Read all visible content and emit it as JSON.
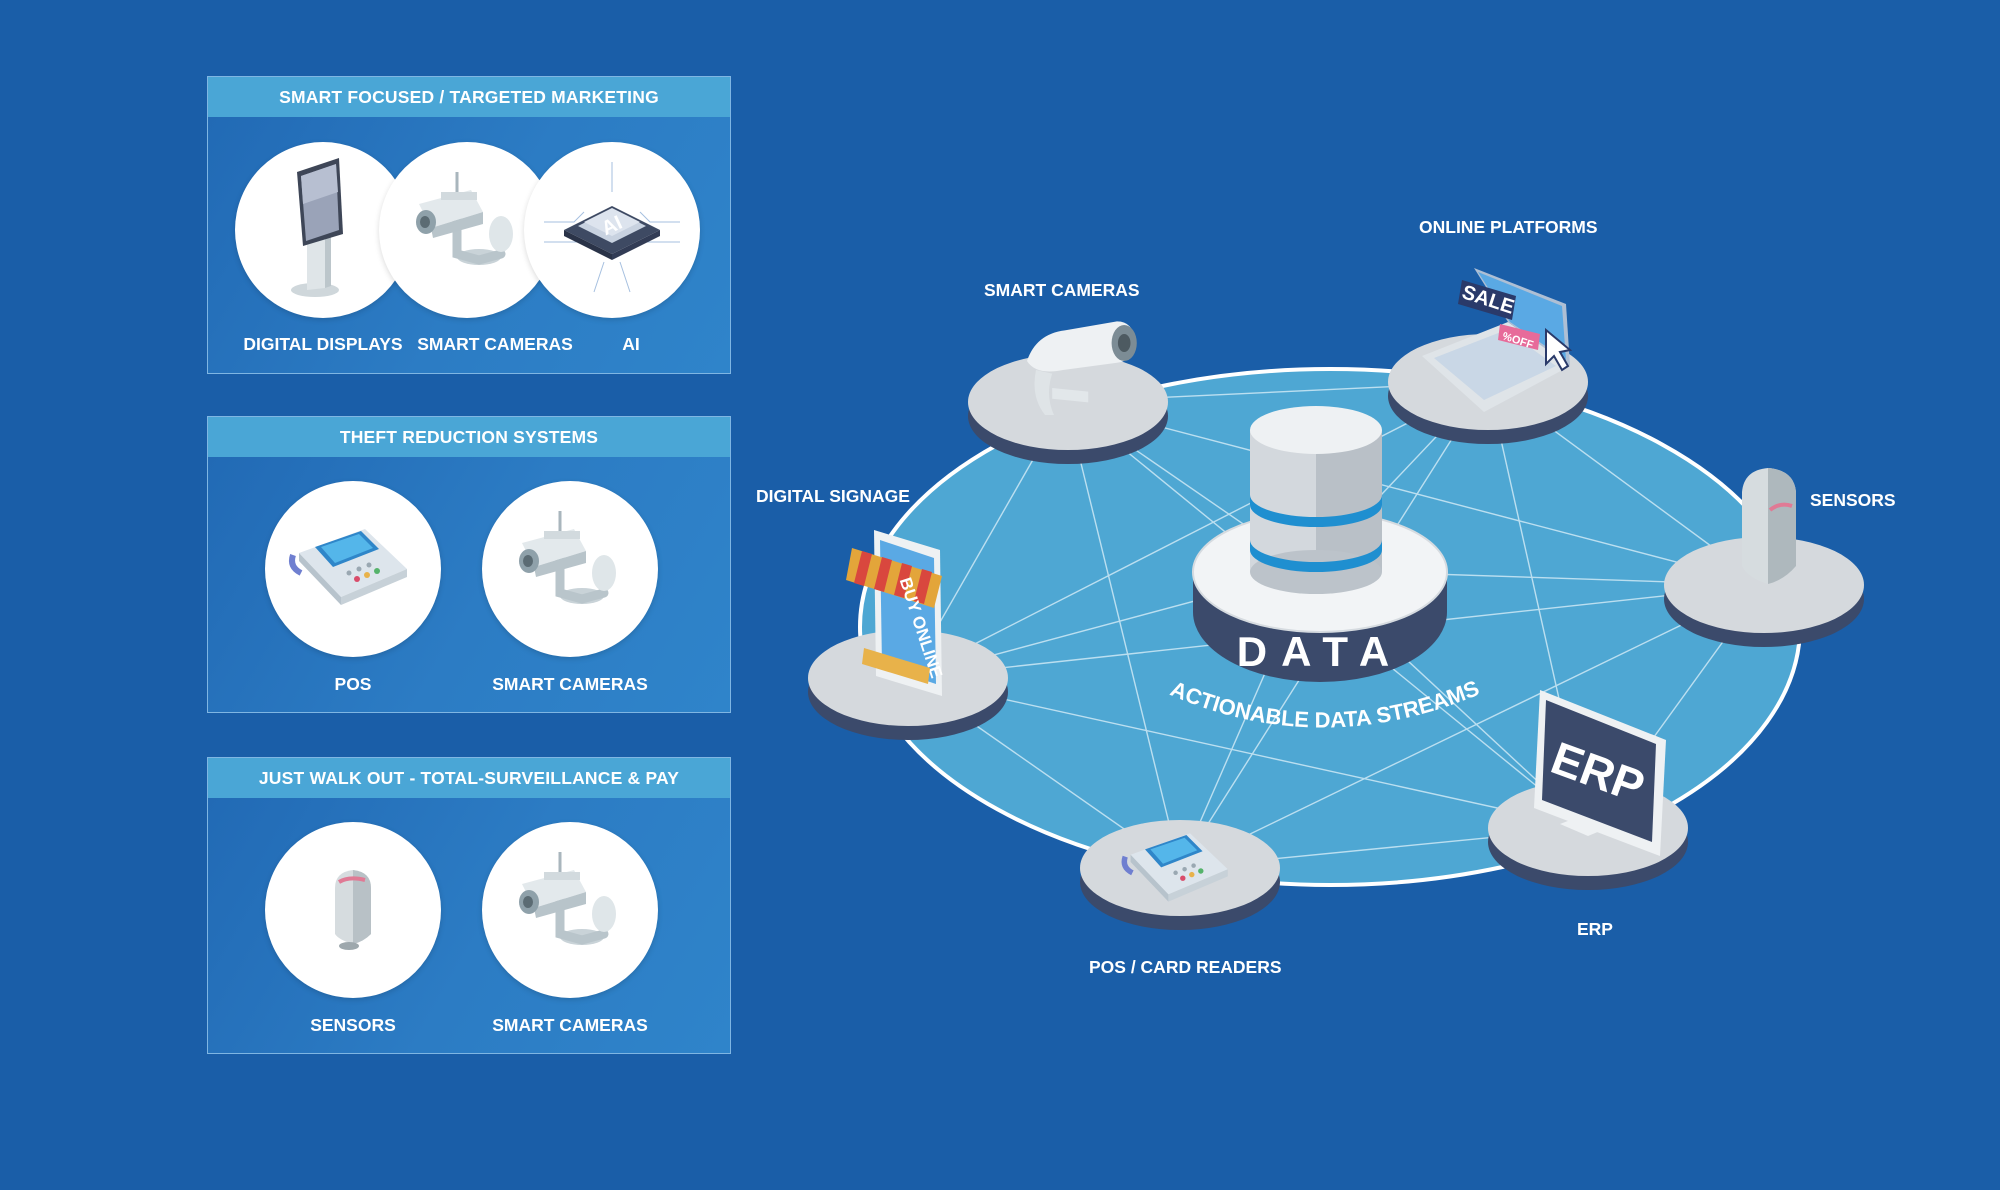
{
  "panels": [
    {
      "title": "SMART FOCUSED / TARGETED MARKETING",
      "items": [
        {
          "label": "DIGITAL DISPLAYS",
          "icon": "digital-display-icon"
        },
        {
          "label": "SMART CAMERAS",
          "icon": "smart-camera-icon"
        },
        {
          "label": "AI",
          "icon": "ai-chip-icon"
        }
      ]
    },
    {
      "title": "THEFT REDUCTION SYSTEMS",
      "items": [
        {
          "label": "POS",
          "icon": "pos-terminal-icon"
        },
        {
          "label": "SMART CAMERAS",
          "icon": "smart-camera-icon"
        }
      ]
    },
    {
      "title": "JUST WALK OUT - TOTAL-SURVEILLANCE & PAY",
      "items": [
        {
          "label": "SENSORS",
          "icon": "sensor-icon"
        },
        {
          "label": "SMART CAMERAS",
          "icon": "smart-camera-icon"
        }
      ]
    }
  ],
  "diagram": {
    "hub_label": "DATA",
    "ring_label": "ACTIONABLE DATA STREAMS",
    "ai_chip_text": "AI",
    "sale_text": "SALE",
    "off_text": "%OFF",
    "erp_screen_text": "ERP",
    "buy_online_text": "BUY ONLINE",
    "nodes": [
      {
        "label": "SMART CAMERAS",
        "icon": "smart-camera-icon"
      },
      {
        "label": "ONLINE PLATFORMS",
        "icon": "laptop-sale-icon"
      },
      {
        "label": "SENSORS",
        "icon": "sensor-icon"
      },
      {
        "label": "ERP",
        "icon": "erp-monitor-icon"
      },
      {
        "label": "POS / CARD READERS",
        "icon": "pos-terminal-icon"
      },
      {
        "label": "DIGITAL SIGNAGE",
        "icon": "signage-kiosk-icon"
      }
    ]
  },
  "colors": {
    "background": "#1a5ea8",
    "panel_header": "#4aa6d6",
    "ring_fill": "#4ea7d3",
    "hub_dark": "#3b4a6b"
  }
}
